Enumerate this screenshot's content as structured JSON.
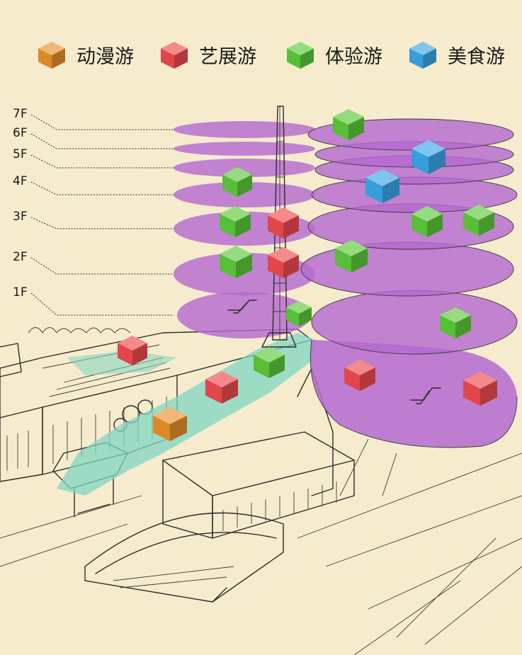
{
  "legend": [
    {
      "label": "动漫游",
      "color": "#e8902a",
      "icon": "orange-cube-icon"
    },
    {
      "label": "艺展游",
      "color": "#ef4a4e",
      "icon": "red-cube-icon"
    },
    {
      "label": "体验游",
      "color": "#5cc93a",
      "icon": "green-cube-icon"
    },
    {
      "label": "美食游",
      "color": "#3aa6e6",
      "icon": "blue-cube-icon"
    }
  ],
  "floors": [
    "7F",
    "6F",
    "5F",
    "4F",
    "3F",
    "2F",
    "1F"
  ],
  "colors": {
    "background": "#f6eccd",
    "floor_plate": "#b46ad0",
    "ground_path": "#7fd6c0"
  }
}
